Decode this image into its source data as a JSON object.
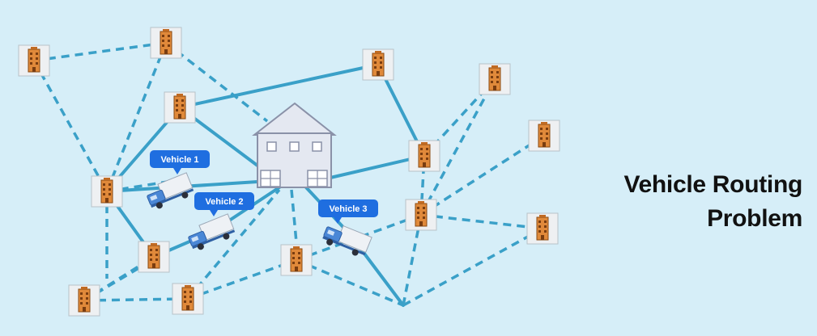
{
  "title": {
    "line1": "Vehicle Routing",
    "line2": "Problem"
  },
  "colors": {
    "background": "#d6eef8",
    "route": "#3aa0c8",
    "label_bg": "#1f6ee0",
    "truck_cab": "#4a87d6",
    "truck_cargo": "#eef1f5",
    "depot_fill": "#e4e8f1",
    "depot_stroke": "#8a91a8",
    "node_fill": "#eef0f2",
    "building": "#e0893a"
  },
  "vehicles": [
    {
      "label": "Vehicle 1"
    },
    {
      "label": "Vehicle 2"
    },
    {
      "label": "Vehicle 3"
    }
  ]
}
